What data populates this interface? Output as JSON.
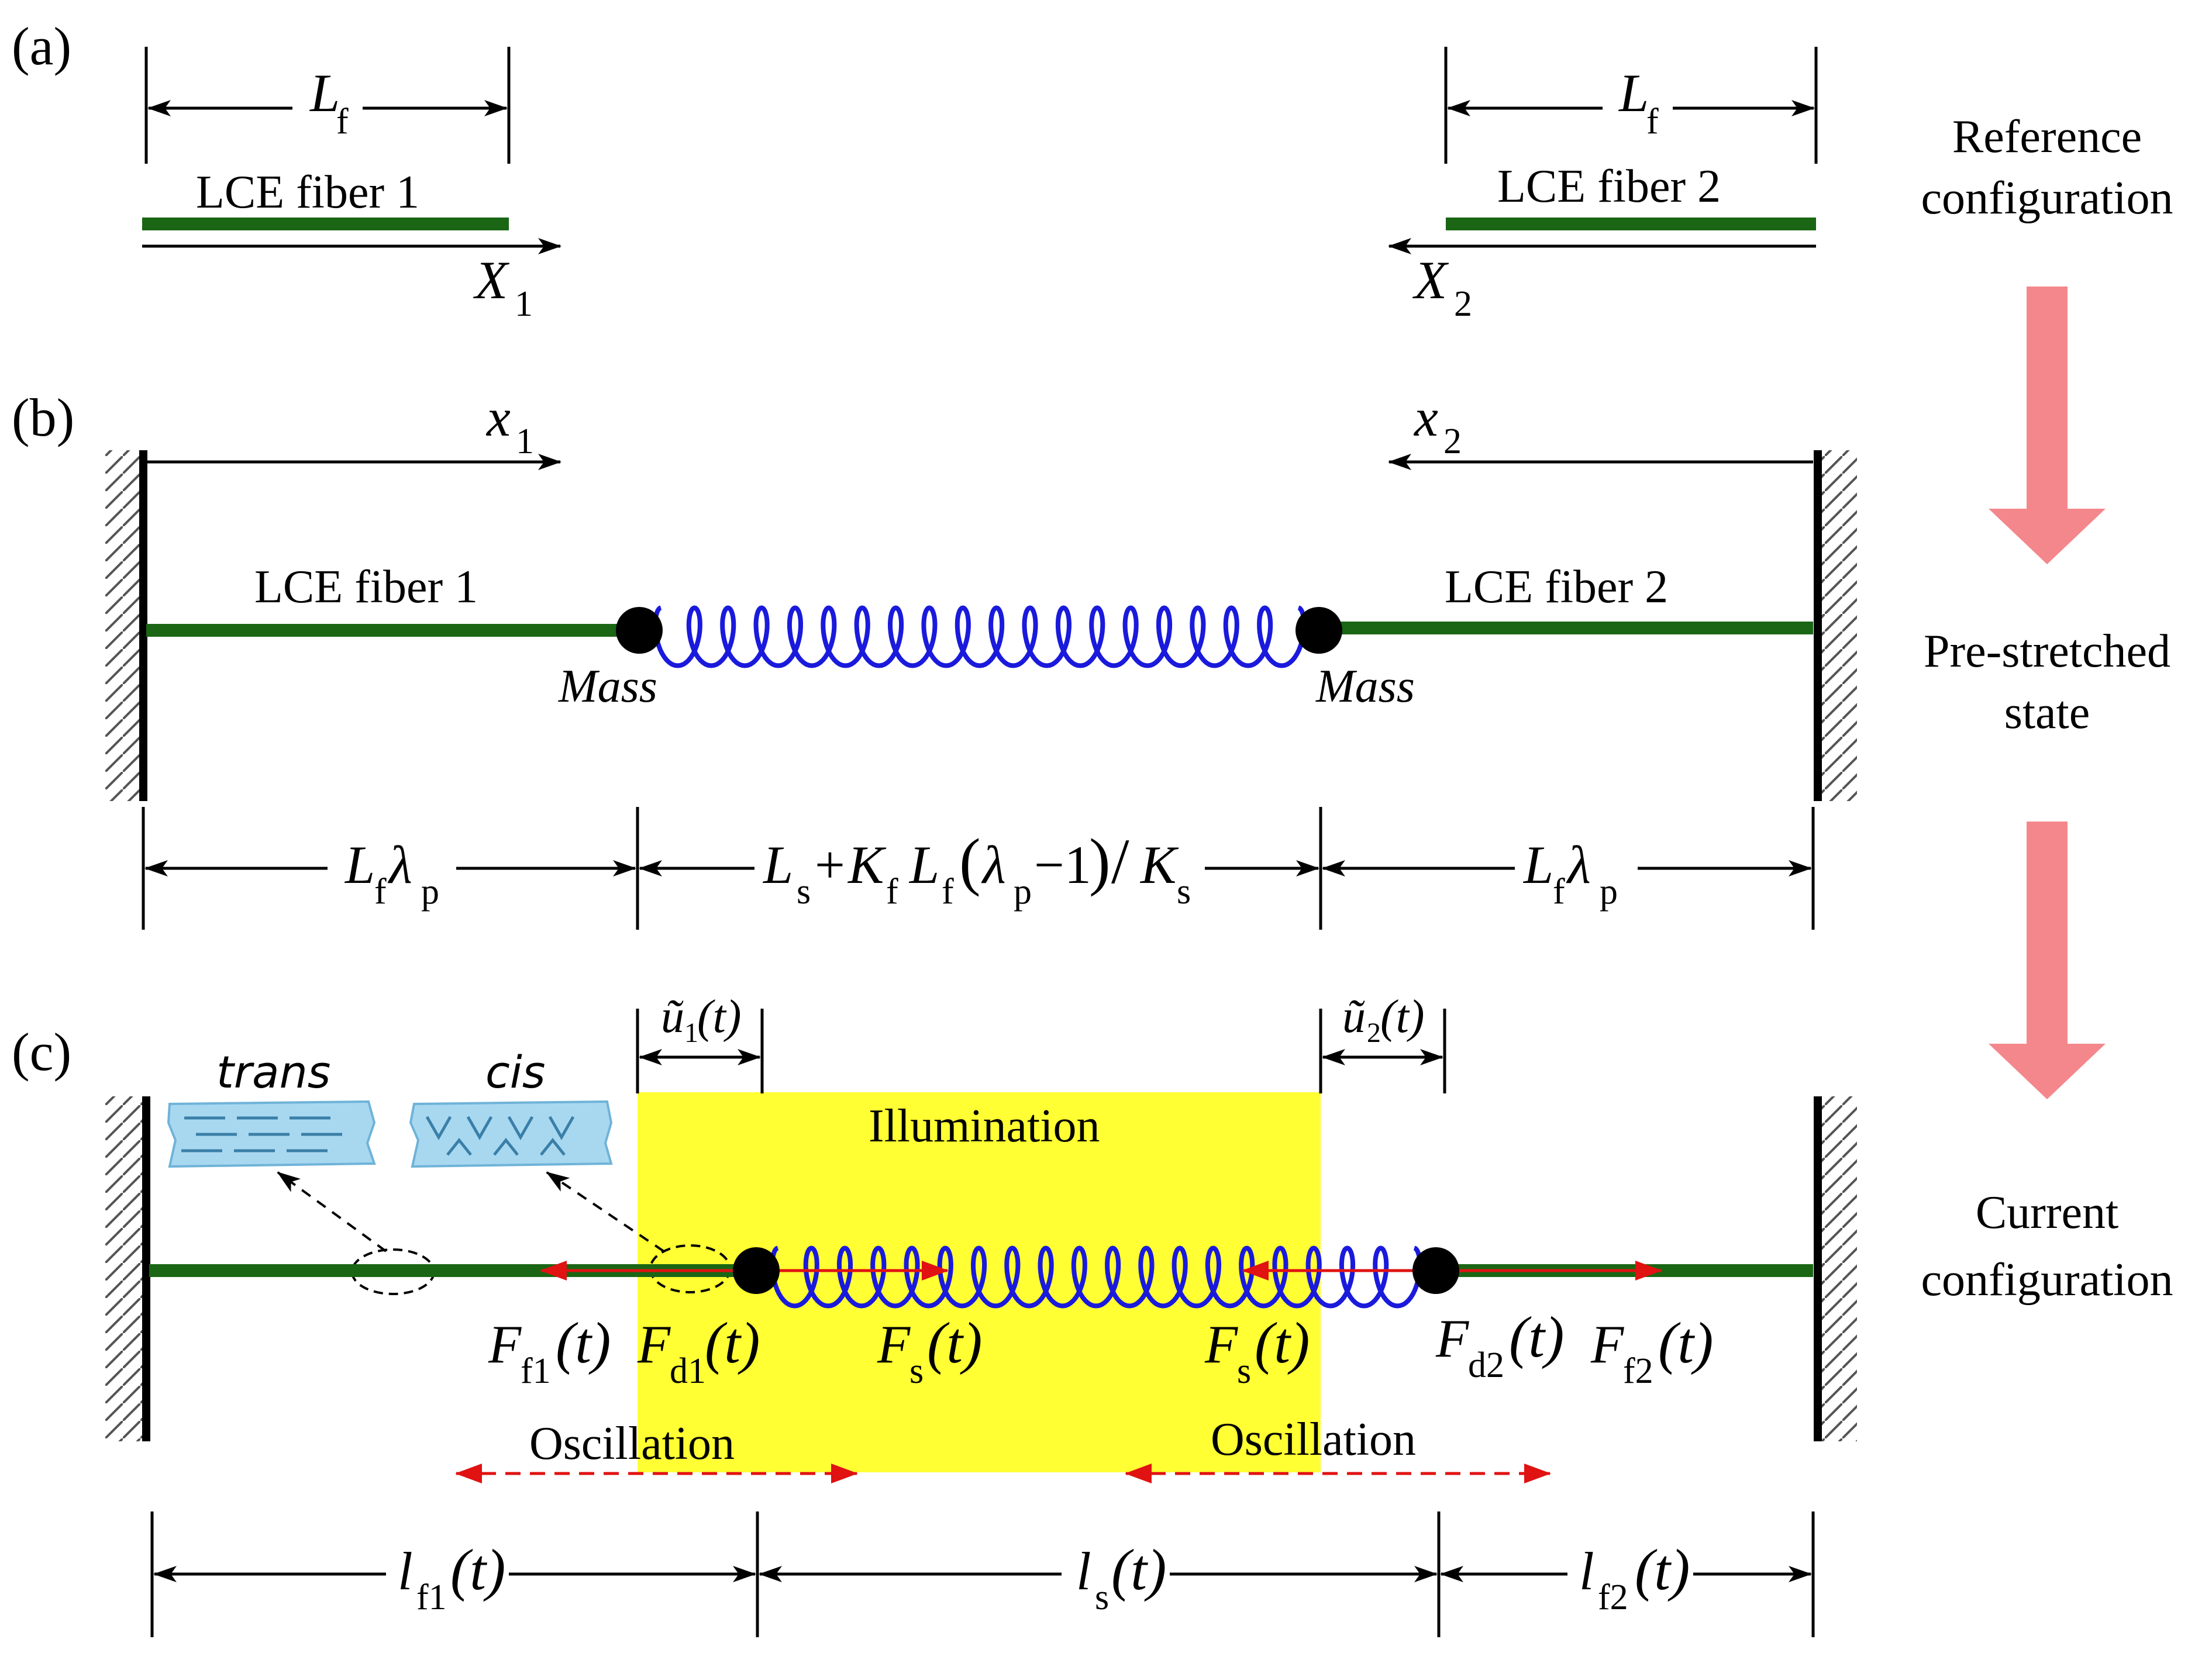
{
  "panels": {
    "a": {
      "label": "(a)",
      "dim_left": {
        "main": "L",
        "sub": "f"
      },
      "dim_right": {
        "main": "L",
        "sub": "f"
      },
      "fiber1": "LCE fiber 1",
      "fiber2": "LCE fiber 2",
      "axis1": {
        "main": "X",
        "sub": "1"
      },
      "axis2": {
        "main": "X",
        "sub": "2"
      }
    },
    "b": {
      "label": "(b)",
      "axis1": {
        "main": "x",
        "sub": "1"
      },
      "axis2": {
        "main": "x",
        "sub": "2"
      },
      "fiber1": "LCE fiber 1",
      "fiber2": "LCE fiber 2",
      "mass1": "Mass",
      "mass2": "Mass",
      "dim_left": {
        "L": "L",
        "f": "f",
        "lam": "λ",
        "p": "p"
      },
      "dim_mid": {
        "L": "L",
        "s": "s",
        "plus": "+",
        "K": "K",
        "f": "f",
        "L2": "L",
        "f2": "f",
        "open": "(",
        "lam": "λ",
        "p": "p",
        "minus1": "−1",
        "close": ")",
        "slash": "/",
        "K2": "K",
        "s2": "s"
      },
      "dim_right": {
        "L": "L",
        "f": "f",
        "lam": "λ",
        "p": "p"
      }
    },
    "c": {
      "label": "(c)",
      "trans": "trans",
      "cis": "cis",
      "illumination": "Illumination",
      "u1": {
        "main": "ũ",
        "sub": "1",
        "arg": "(t)"
      },
      "u2": {
        "main": "ũ",
        "sub": "2",
        "arg": "(t)"
      },
      "forces": [
        {
          "main": "F",
          "sub": "f1",
          "arg": "(t)"
        },
        {
          "main": "F",
          "sub": "d1",
          "arg": "(t)"
        },
        {
          "main": "F",
          "sub": "s",
          "arg": "(t)"
        },
        {
          "main": "F",
          "sub": "s",
          "arg": "(t)"
        },
        {
          "main": "F",
          "sub": "d2",
          "arg": "(t)"
        },
        {
          "main": "F",
          "sub": "f2",
          "arg": "(t)"
        }
      ],
      "oscillation1": "Oscillation",
      "oscillation2": "Oscillation",
      "lengths": [
        {
          "main": "l",
          "sub": "f1",
          "arg": "(t)"
        },
        {
          "main": "l",
          "sub": "s",
          "arg": "(t)"
        },
        {
          "main": "l",
          "sub": "f2",
          "arg": "(t)"
        }
      ]
    }
  },
  "states": {
    "reference": [
      "Reference",
      "configuration"
    ],
    "prestretched": [
      "Pre-stretched",
      "state"
    ],
    "current": [
      "Current",
      "configuration"
    ]
  },
  "colors": {
    "fiber": "#1a6614",
    "spring": "#1a1adc",
    "force": "#e01212",
    "illumination": "#ffff33",
    "state_arrow": "#f4878c",
    "molecule_fill": "#a8d8f0"
  }
}
